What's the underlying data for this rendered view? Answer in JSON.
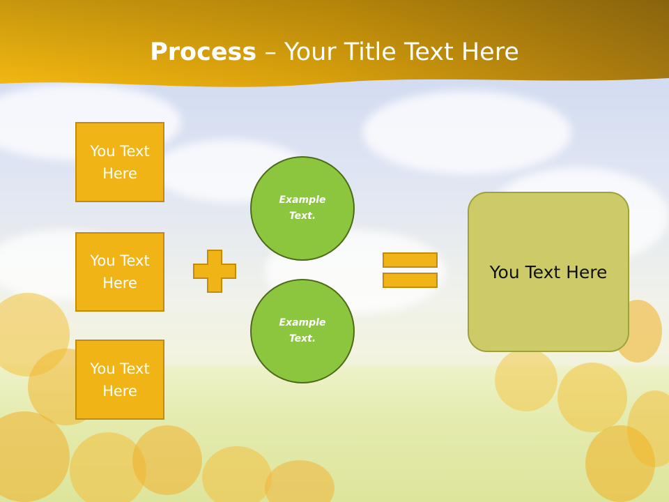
{
  "header": {
    "title_bold": "Process",
    "title_rest": " – Your Title Text Here"
  },
  "left_boxes": [
    "You Text Here",
    "You Text Here",
    "You Text Here"
  ],
  "circles": [
    "Example Text.",
    "Example Text."
  ],
  "result": {
    "label": "You Text Here"
  },
  "symbols": {
    "plus": "plus-icon",
    "equals": "equals-icon"
  },
  "colors": {
    "banner": "#e0a800",
    "box_fill": "#f0b416",
    "circle_fill": "#8cc63e",
    "result_fill": "#cccb68"
  }
}
